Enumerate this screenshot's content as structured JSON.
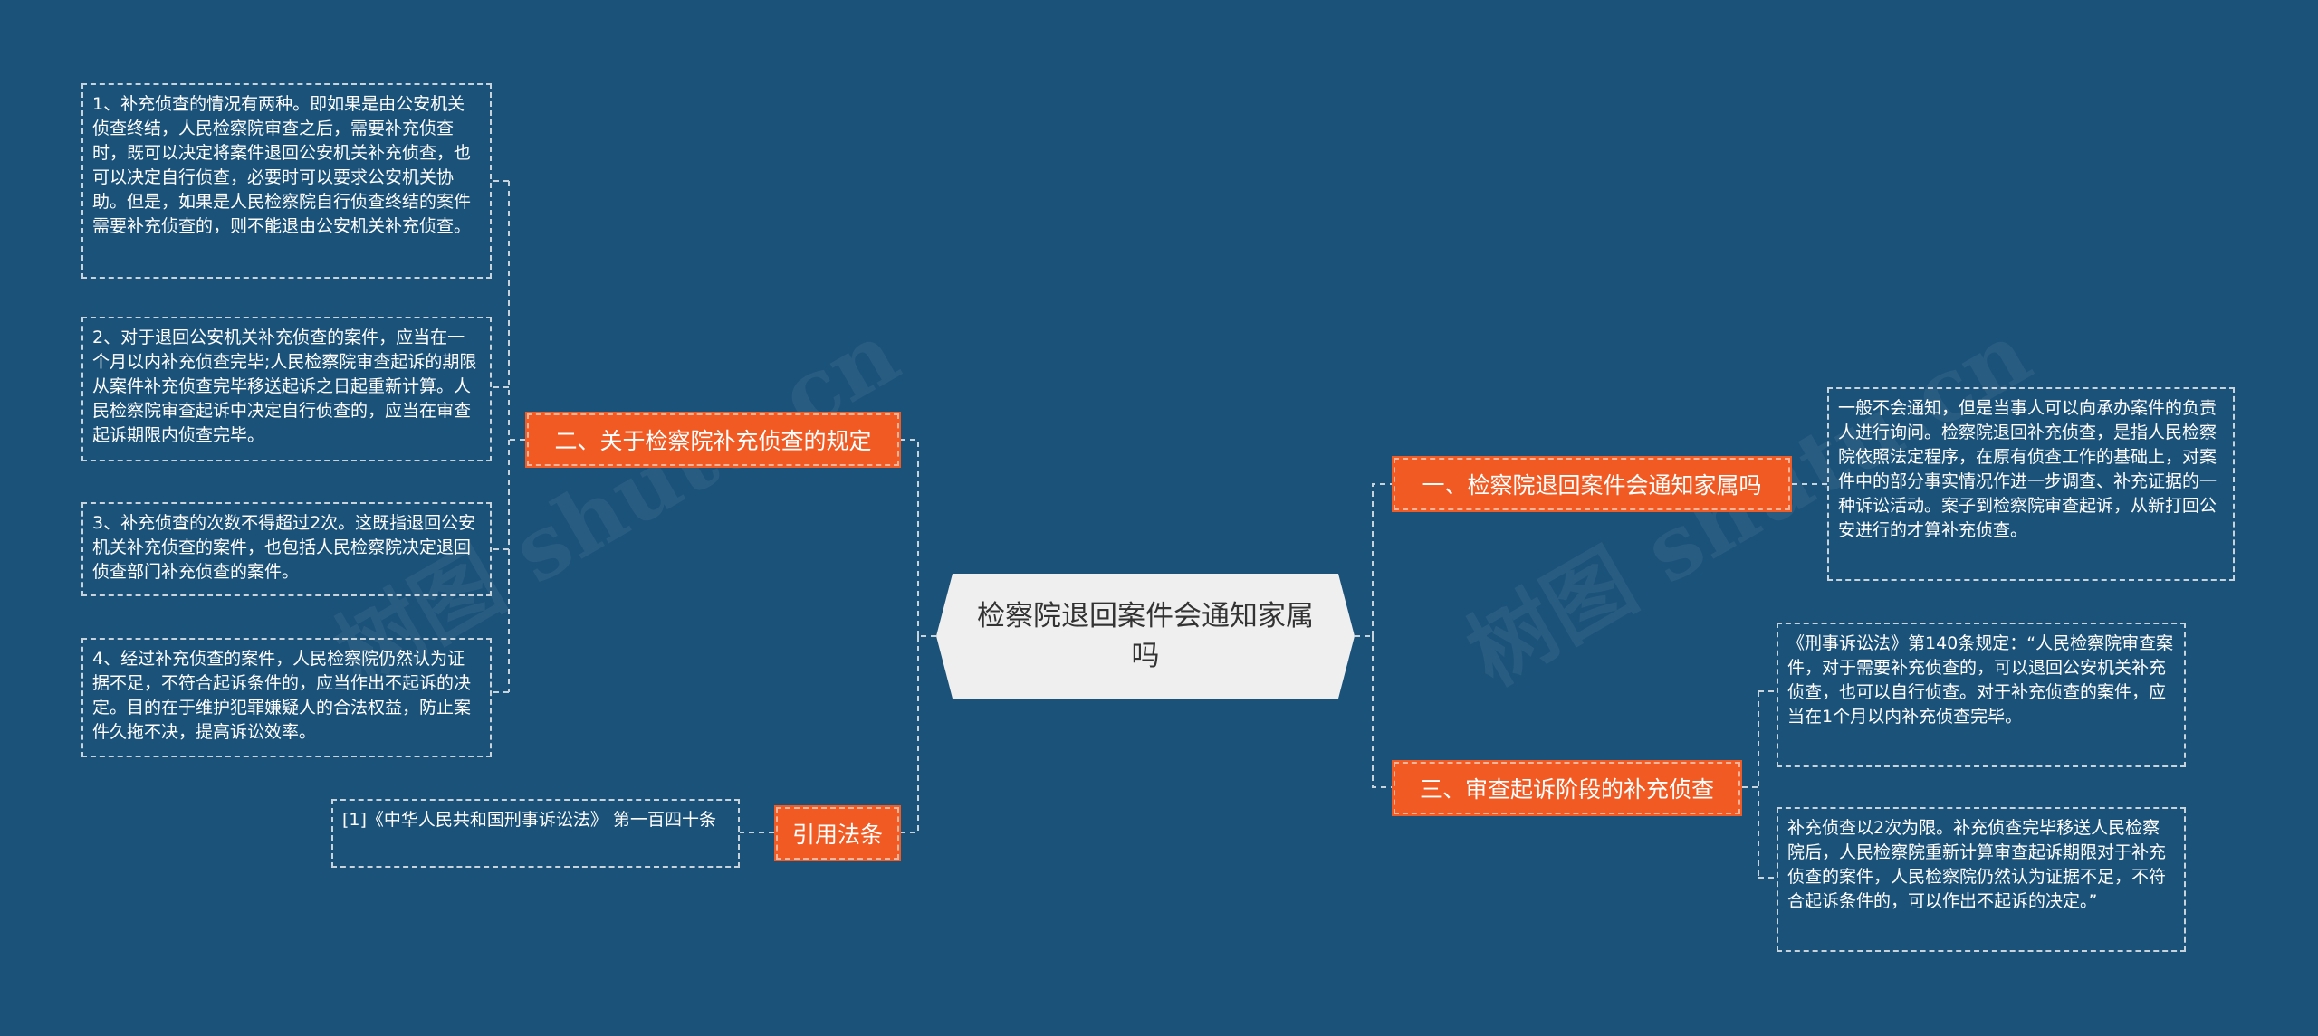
{
  "central": {
    "title": "检察院退回案件会通知家属吗"
  },
  "branches": {
    "b1": {
      "label": "一、检察院退回案件会通知家属吗"
    },
    "b2": {
      "label": "二、关于检察院补充侦查的规定"
    },
    "b3": {
      "label": "三、审查起诉阶段的补充侦查"
    },
    "b4": {
      "label": "引用法条"
    }
  },
  "leaves": {
    "l1": {
      "text": "一般不会通知，但是当事人可以向承办案件的负责人进行询问。检察院退回补充侦查，是指人民检察院依照法定程序，在原有侦查工作的基础上，对案件中的部分事实情况作进一步调查、补充证据的一种诉讼活动。案子到检察院审查起诉，从新打回公安进行的才算补充侦查。"
    },
    "l2": {
      "text": "1、补充侦查的情况有两种。即如果是由公安机关侦查终结，人民检察院审查之后，需要补充侦查时，既可以决定将案件退回公安机关补充侦查，也可以决定自行侦查，必要时可以要求公安机关协助。但是，如果是人民检察院自行侦查终结的案件需要补充侦查的，则不能退由公安机关补充侦查。"
    },
    "l3": {
      "text": "2、对于退回公安机关补充侦查的案件，应当在一个月以内补充侦查完毕;人民检察院审查起诉的期限从案件补充侦查完毕移送起诉之日起重新计算。人民检察院审查起诉中决定自行侦查的，应当在审查起诉期限内侦查完毕。"
    },
    "l4": {
      "text": "3、补充侦查的次数不得超过2次。这既指退回公安机关补充侦查的案件，也包括人民检察院决定退回侦查部门补充侦查的案件。"
    },
    "l5": {
      "text": "4、经过补充侦查的案件，人民检察院仍然认为证据不足，不符合起诉条件的，应当作出不起诉的决定。目的在于维护犯罪嫌疑人的合法权益，防止案件久拖不决，提高诉讼效率。"
    },
    "l6": {
      "text": "《刑事诉讼法》第140条规定：“人民检察院审查案件，对于需要补充侦查的，可以退回公安机关补充侦查，也可以自行侦查。对于补充侦查的案件，应当在1个月以内补充侦查完毕。"
    },
    "l7": {
      "text": "补充侦查以2次为限。补充侦查完毕移送人民检察院后，人民检察院重新计算审查起诉期限对于补充侦查的案件，人民检察院仍然认为证据不足，不符合起诉条件的，可以作出不起诉的决定。”"
    },
    "l8": {
      "text": "[1]《中华人民共和国刑事诉讼法》 第一百四十条"
    }
  },
  "watermark": {
    "text": "树图 shutu.cn"
  },
  "colors": {
    "background": "#1b5279",
    "branch": "#f15a22",
    "central": "#efefef",
    "line": "#c9d3dc"
  }
}
